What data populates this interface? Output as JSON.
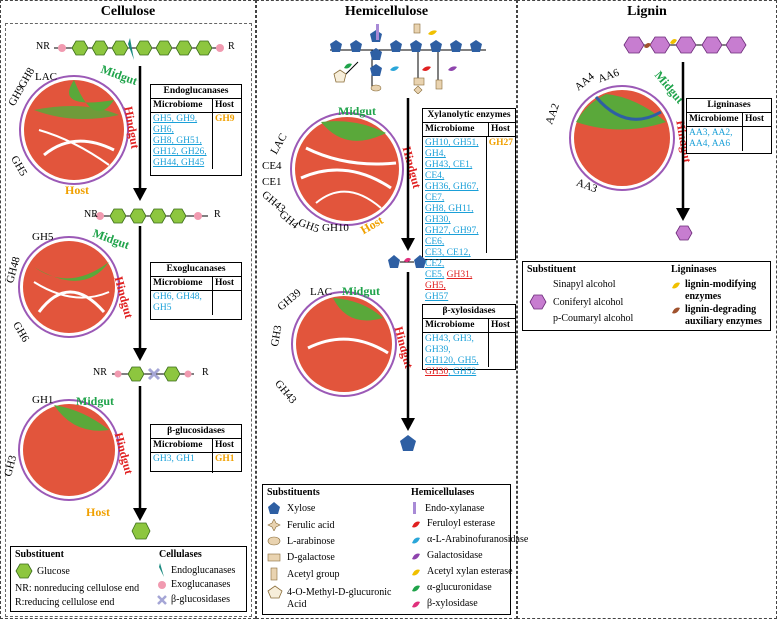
{
  "panels": {
    "cellulose": "Cellulose",
    "hemicellulose": "Hemicellulose",
    "lignin": "Lignin"
  },
  "cellulose": {
    "chain_top": {
      "left": "NR",
      "right": "R"
    },
    "chain_mid": {
      "left": "NR",
      "right": "R"
    },
    "chain_low": {
      "left": "NR",
      "right": "R"
    },
    "chord1": {
      "labels": [
        "LAC",
        "GH9",
        "GH8",
        "GH5"
      ],
      "midgut": "Midgut",
      "hindgut": "Hindgut",
      "host": "Host"
    },
    "chord2": {
      "labels": [
        "GH5",
        "GH48",
        "GH6"
      ],
      "midgut": "Midgut",
      "hindgut": "Hindgut"
    },
    "chord3": {
      "labels": [
        "GH1",
        "GH3"
      ],
      "midgut": "Midgut",
      "hindgut": "Hindgut",
      "host": "Host"
    },
    "endo": {
      "title": "Endoglucanases",
      "col1": "Microbiome",
      "col2": "Host",
      "micro_a": "GH5, GH9,",
      "micro_b": "GH6,",
      "micro_c": "GH8, GH51,",
      "micro_d": "GH12, GH26,",
      "micro_e": "GH44, GH45",
      "host": "GH9"
    },
    "exo": {
      "title": "Exoglucanases",
      "col1": "Microbiome",
      "col2": "Host",
      "micro": "GH6, GH48,",
      "micro2": "GH5"
    },
    "beta": {
      "title": "β-glucosidases",
      "col1": "Microbiome",
      "col2": "Host",
      "micro": "GH3, GH1",
      "host": "GH1"
    },
    "legend": {
      "h1": "Substituent",
      "h2": "Cellulases",
      "glucose": "Glucose",
      "nr": "NR: nonreducing cellulose end",
      "r": "R:reducing cellulose end",
      "endo": "Endoglucanases",
      "exo": "Exoglucanases",
      "beta": "β-glucosidases"
    }
  },
  "hemicellulose": {
    "chord1": {
      "labels": [
        "LAC",
        "CE4",
        "CE1",
        "GH43",
        "GH4",
        "GH5",
        "GH10"
      ],
      "midgut": "Midgut",
      "hindgut": "Hindgut",
      "host": "Host"
    },
    "chord2": {
      "labels": [
        "GH39",
        "LAC",
        "GH3",
        "GH43"
      ],
      "midgut": "Midgut",
      "hindgut": "Hindgut"
    },
    "xyl": {
      "title": "Xylanolytic enzymes",
      "col1": "Microbiome",
      "col2": "Host",
      "l1": "GH10, GH51, GH4,",
      "l2": "GH43, CE1, CE4,",
      "l3": "GH36, GH67, CE7,",
      "l4": "GH8, GH11, GH30,",
      "l5": "GH27, GH97, CE6,",
      "l6": "CE3, CE12, CE2,",
      "l7a": "CE5,",
      "l7b": "GH31, GH5,",
      "l8": "GH57",
      "host": "GH27"
    },
    "bxyl": {
      "title": "β-xylosidases",
      "col1": "Microbiome",
      "col2": "Host",
      "l1": "GH43, GH3, GH39,",
      "l2": "GH120, GH5,",
      "l3a": "GH30",
      "l3b": ", GH52"
    },
    "legend": {
      "h1": "Substituents",
      "h2": "Hemicellulases",
      "s1": "Xylose",
      "s2": "Ferulic acid",
      "s3": "L-arabinose",
      "s4": "D-galactose",
      "s5": "Acetyl group",
      "s6a": "4-O-Methyl-D-glucuronic",
      "s6b": "Acid",
      "e1": "Endo-xylanase",
      "e2": "Feruloyl esterase",
      "e3": "α-L-Arabinofuranosidase",
      "e4": "Galactosidase",
      "e5": "Acetyl xylan esterase",
      "e6": "α-glucuronidase",
      "e7": "β-xylosidase"
    }
  },
  "lignin": {
    "chord": {
      "labels": [
        "AA4",
        "AA6",
        "AA2",
        "AA3"
      ],
      "midgut": "Midgut",
      "hindgut": "Hindgut"
    },
    "lig": {
      "title": "Ligninases",
      "col1": "Microbiome",
      "col2": "Host",
      "l1": "AA3, AA2,",
      "l2": "AA4, AA6"
    },
    "legend": {
      "h1": "Substituent",
      "h2": "Ligninases",
      "s1": "Sinapyl alcohol",
      "s2": "Coniferyl alcohol",
      "s3": "p-Coumaryl alcohol",
      "e1a": "lignin-modifying",
      "e1b": "enzymes",
      "e2a": "lignin-degrading",
      "e2b": "auxiliary enzymes"
    }
  },
  "colors": {
    "glucose": "#8dc63f",
    "xylose": "#2e5fa3",
    "lignin": "#c77dd0",
    "chord_red": "#e2553c",
    "chord_green": "#5aa83a",
    "midgut": "#1fa34a",
    "hindgut": "#e02020",
    "host": "#f0a000"
  }
}
